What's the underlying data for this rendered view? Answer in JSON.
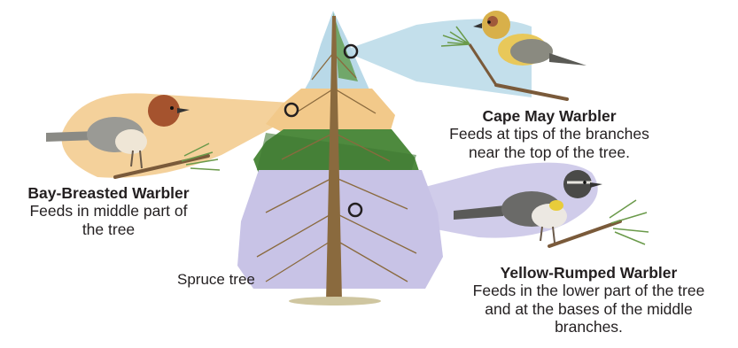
{
  "diagram": {
    "tree": {
      "label": "Spruce tree"
    },
    "birds": [
      {
        "id": "cape-may",
        "name": "Cape May Warbler",
        "description_lines": [
          "Feeds at tips of the branches",
          "near the top of the tree."
        ],
        "zone_color": "#b9d9e8"
      },
      {
        "id": "bay-breasted",
        "name": "Bay-Breasted Warbler",
        "description_lines": [
          "Feeds in middle part of",
          "the tree"
        ],
        "zone_color": "#f2c98a"
      },
      {
        "id": "yellow-rumped",
        "name": "Yellow-Rumped Warbler",
        "description_lines": [
          "Feeds in the lower part of the tree",
          "and at the bases of the middle",
          "branches."
        ],
        "zone_color": "#c8c3e6"
      }
    ],
    "colors": {
      "foliage_green": "#4e8a3e",
      "trunk": "#8a6a3e",
      "marker": "#231f20"
    }
  }
}
